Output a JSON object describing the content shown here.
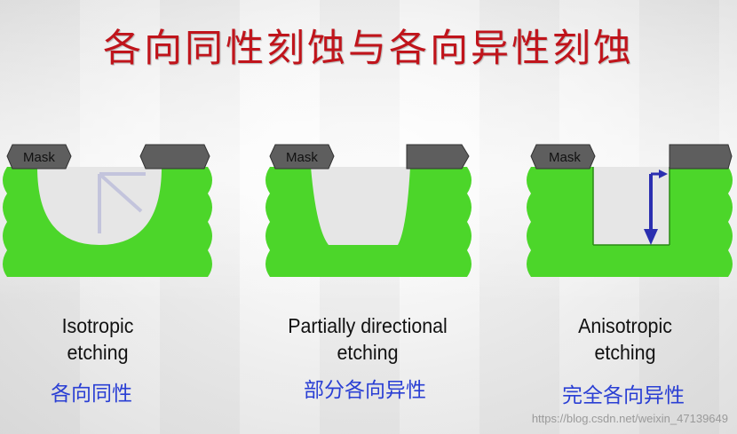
{
  "title": "各向同性刻蚀与各向异性刻蚀",
  "mask_label": "Mask",
  "panels": [
    {
      "caption_line1": "Isotropic",
      "caption_line2": "etching",
      "chinese": "各向同性"
    },
    {
      "caption_line1": "Partially directional",
      "caption_line2": "etching",
      "chinese": "部分各向异性"
    },
    {
      "caption_line1": "Anisotropic",
      "caption_line2": "etching",
      "chinese": "完全各向异性"
    }
  ],
  "watermark": "https://blog.csdn.net/weixin_47139649",
  "colors": {
    "title": "#c0141b",
    "substrate": "#4cd62a",
    "mask": "#5e5e5e",
    "arrow": "#2b2fb0",
    "chinese_text": "#2a3fd4"
  }
}
